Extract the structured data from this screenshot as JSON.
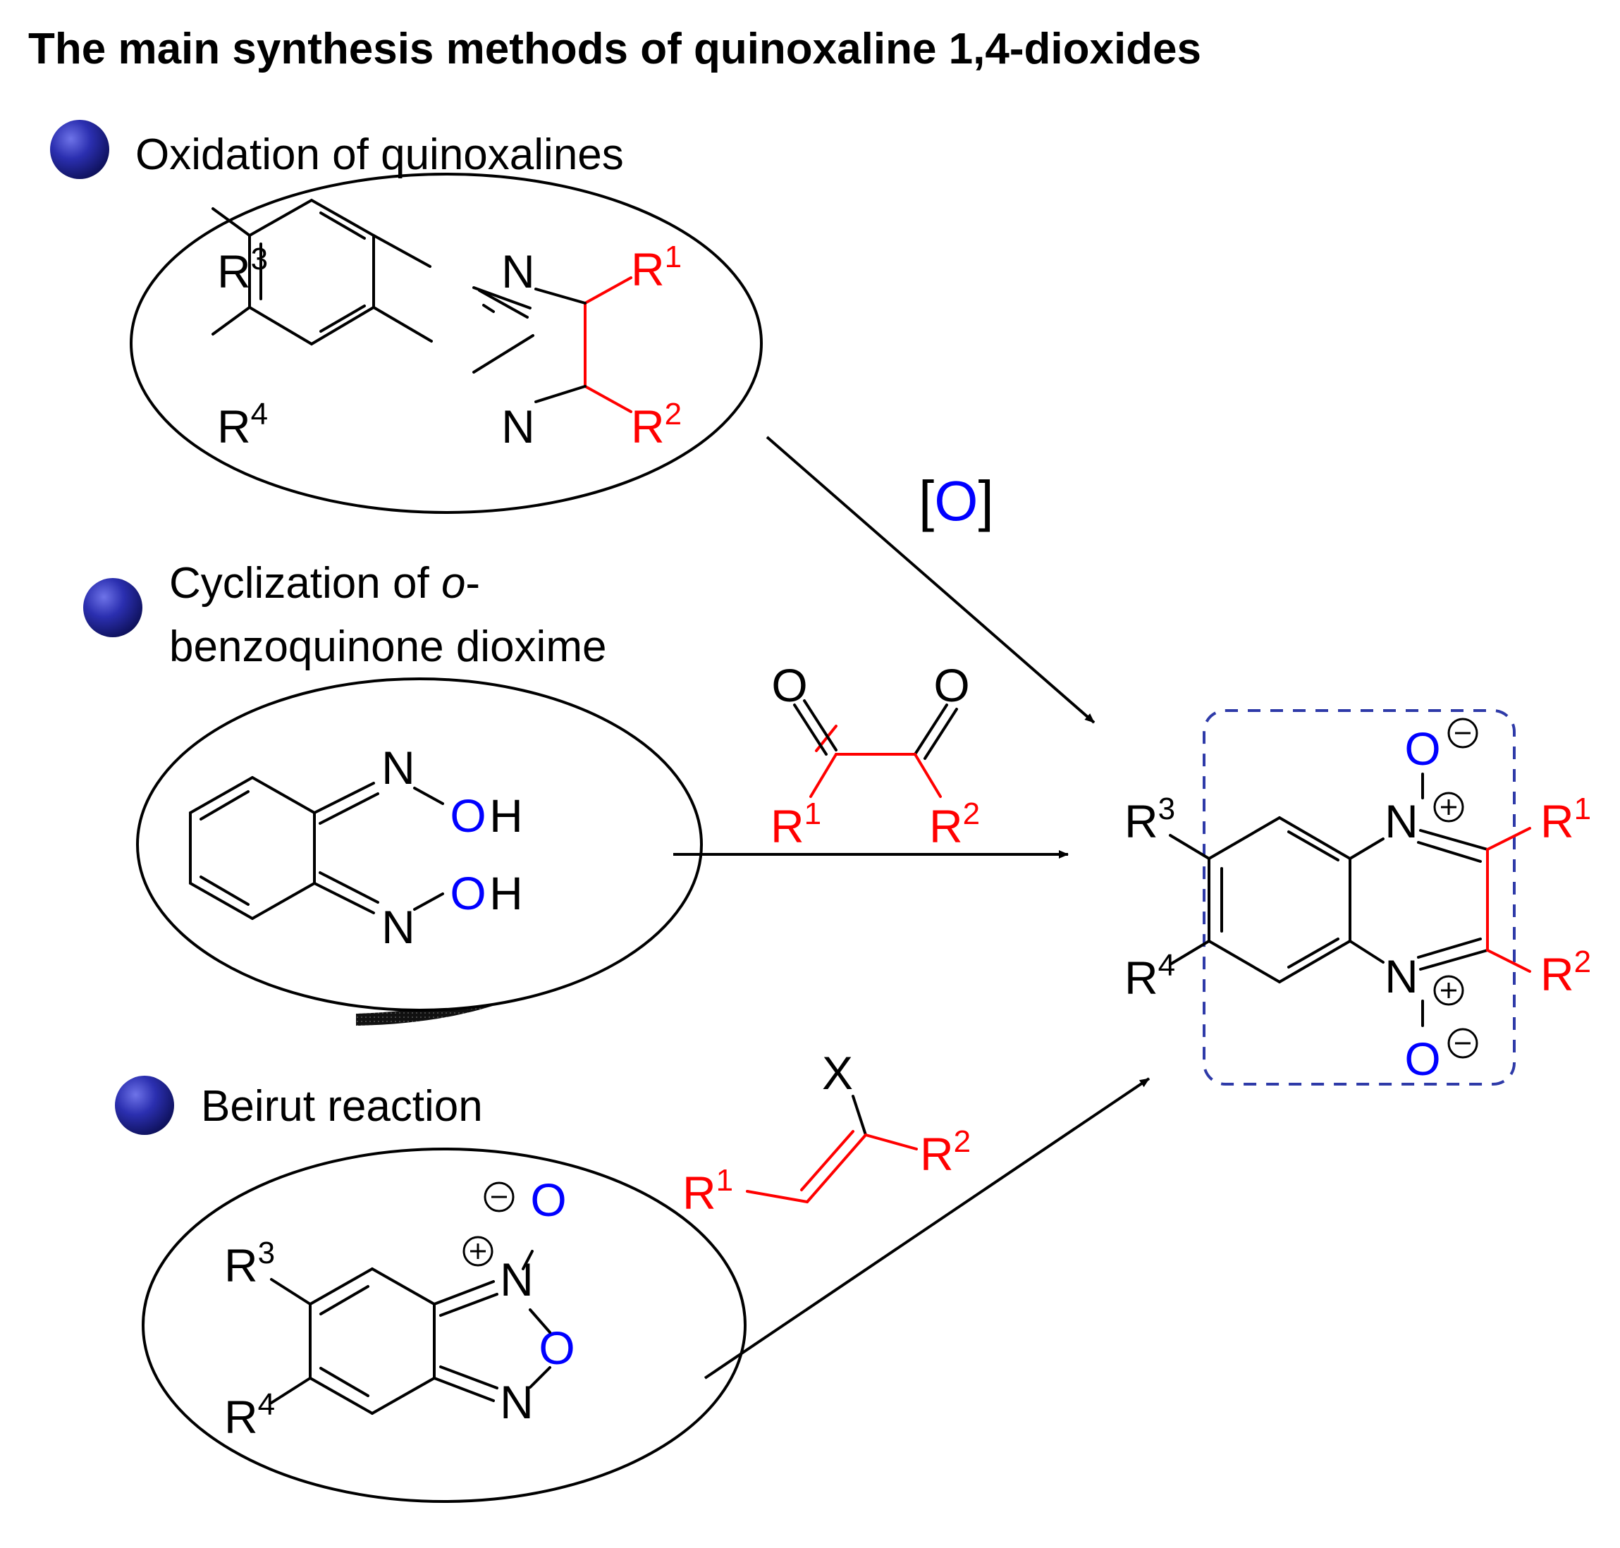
{
  "title": "The main synthesis methods of quinoxaline 1,4-dioxides",
  "colors": {
    "ink": "#000000",
    "red": "#ff0000",
    "blue": "#0000ff",
    "bullet": "#2b2fb0",
    "frame": "#2e3aa8"
  },
  "methods": [
    {
      "label": "Oxidation of quinoxalines"
    },
    {
      "label_line1": "Cyclization of ",
      "label_italic": "o",
      "label_line1_end": "-",
      "label_line2": "benzoquinone dioxime"
    },
    {
      "label": "Beirut reaction"
    }
  ],
  "atoms": {
    "N": "N",
    "O": "O",
    "H": "H",
    "R": "R",
    "X": "X"
  },
  "superscripts": {
    "one": "1",
    "two": "2",
    "three": "3",
    "four": "4"
  },
  "charges": {
    "plus": "+",
    "minus": "−"
  },
  "reagent_oxidant": {
    "open": "[",
    "O": "O",
    "close": "]"
  }
}
